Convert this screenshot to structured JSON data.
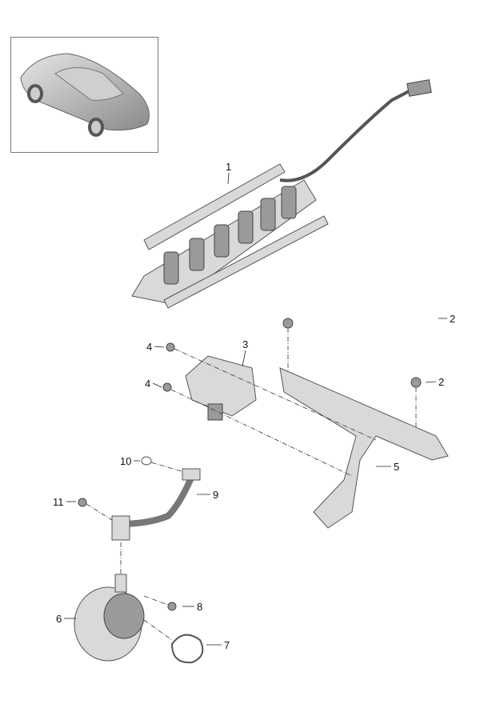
{
  "inset": {
    "image": "vehicle-overview-car"
  },
  "callouts": [
    {
      "id": "1",
      "text": "1"
    },
    {
      "id": "2a",
      "text": "2"
    },
    {
      "id": "2b",
      "text": "2"
    },
    {
      "id": "3",
      "text": "3"
    },
    {
      "id": "4a",
      "text": "4"
    },
    {
      "id": "4b",
      "text": "4"
    },
    {
      "id": "5",
      "text": "5"
    },
    {
      "id": "6",
      "text": "6"
    },
    {
      "id": "7",
      "text": "7"
    },
    {
      "id": "8",
      "text": "8"
    },
    {
      "id": "9",
      "text": "9"
    },
    {
      "id": "10",
      "text": "10"
    },
    {
      "id": "11",
      "text": "11"
    }
  ]
}
